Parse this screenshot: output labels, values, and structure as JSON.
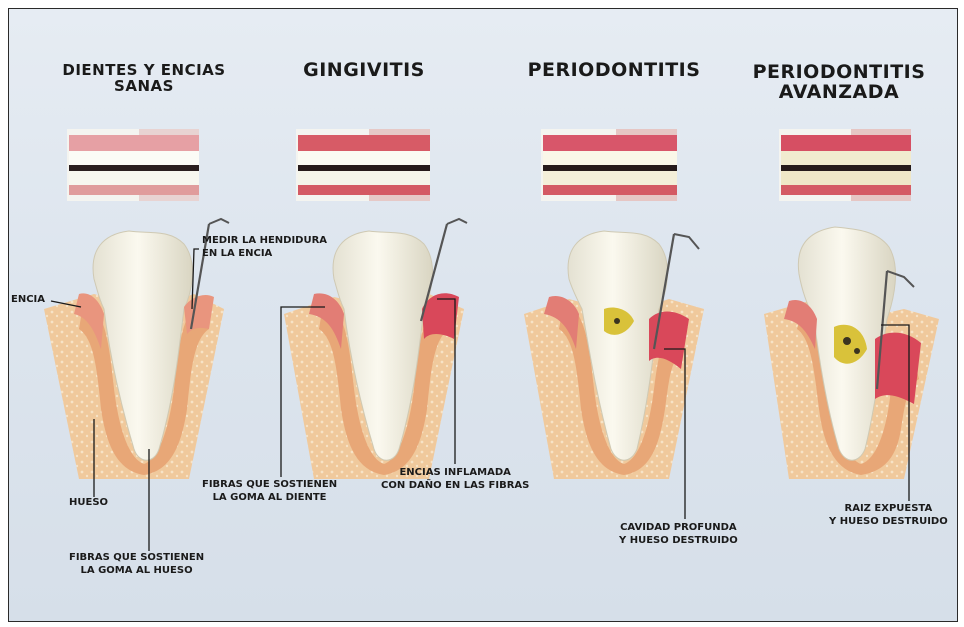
{
  "stages": [
    {
      "title_line1": "DIENTES Y ENCIAS",
      "title_line2": "SANAS"
    },
    {
      "title_line1": "GINGIVITIS",
      "title_line2": ""
    },
    {
      "title_line1": "PERIODONTITIS",
      "title_line2": ""
    },
    {
      "title_line1": "PERIODONTITIS",
      "title_line2": "AVANZADA"
    }
  ],
  "labels": {
    "medir_line1": "MEDIR LA HENDIDURA",
    "medir_line2": "EN LA ENCIA",
    "encia": "ENCIA",
    "hueso": "HUESO",
    "fibras_hueso_line1": "FIBRAS QUE SOSTIENEN",
    "fibras_hueso_line2": "LA GOMA AL HUESO",
    "fibras_diente_line1": "FIBRAS QUE SOSTIENEN",
    "fibras_diente_line2": "LA GOMA AL DIENTE",
    "encias_inflamada_line1": "ENCIAS INFLAMADA",
    "encias_inflamada_line2": "CON DAÑO EN LAS FIBRAS",
    "cavidad_line1": "CAVIDAD PROFUNDA",
    "cavidad_line2": "Y HUESO DESTRUIDO",
    "raiz_line1": "RAIZ EXPUESTA",
    "raiz_line2": "Y HUESO DESTRUIDO"
  },
  "colors": {
    "background": "#dfe6ee",
    "gum_healthy": "#e79a86",
    "gum_inflamed": "#d9485a",
    "tooth": "#f6f3e6",
    "bone": "#eec89a",
    "tartar": "#d9c23a"
  }
}
